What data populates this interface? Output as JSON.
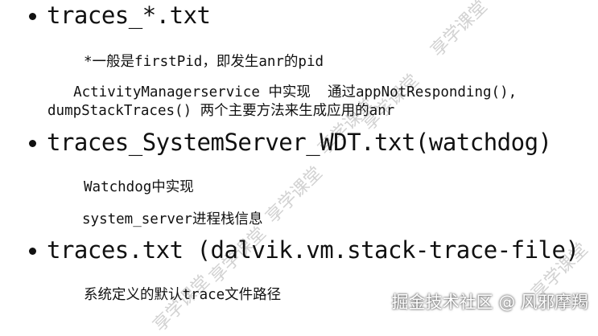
{
  "watermark": {
    "diagonal_text": "享学课堂",
    "footer_text": "掘金技术社区 @ 风邪摩羯"
  },
  "sections": [
    {
      "title": "traces_*.txt",
      "lines": [
        "*一般是firstPid，即发生anr的pid",
        "  ActivityManagerservice 中实现  通过appNotResponding(),",
        "dumpStackTraces() 两个主要方法来生成应用的anr"
      ]
    },
    {
      "title": "traces_SystemServer_WDT.txt(watchdog)",
      "lines": [
        "Watchdog中实现",
        "system_server进程栈信息"
      ]
    },
    {
      "title": "traces.txt (dalvik.vm.stack-trace-file)",
      "lines": [
        "系统定义的默认trace文件路径"
      ]
    }
  ]
}
